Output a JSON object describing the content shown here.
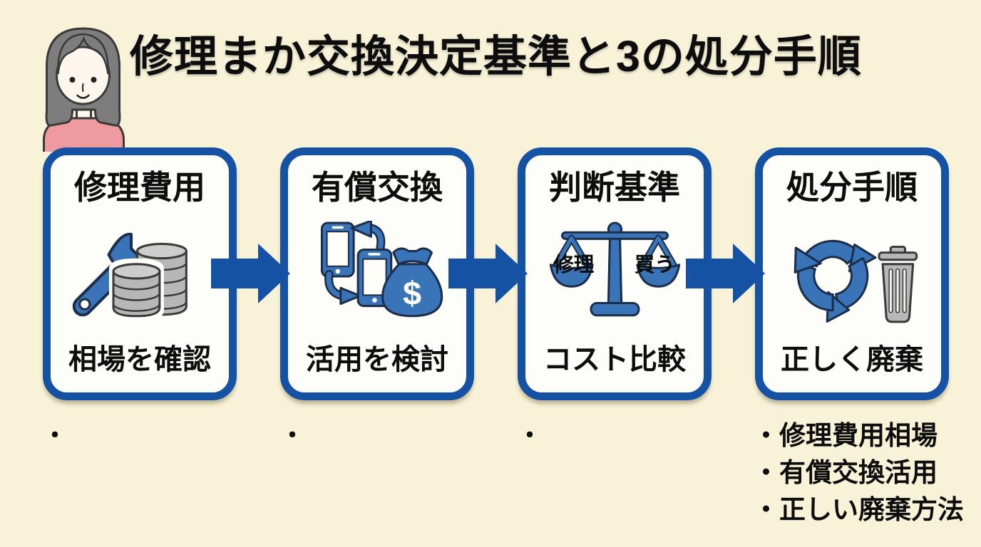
{
  "theme": {
    "bg": "#f8f2d8",
    "card_bg": "#fdfdfa",
    "accent": "#1552a4",
    "icon_blue": "#3a74b8",
    "icon_outline": "#1c2e4a",
    "icon_gray": "#b7b7b7",
    "ink": "#0d0d0d"
  },
  "header": {
    "title": "修理まか交換決定基準と3の処分手順",
    "illustration": "woman-with-gray-bob-and-pink-shirt"
  },
  "steps": [
    {
      "heading": "修理費用",
      "icon": "wrench-and-coins-icon",
      "caption": "相場を確認",
      "note": "・"
    },
    {
      "heading": "有償交換",
      "icon": "phone-exchange-money-bag-icon",
      "caption": "活用を検討",
      "note": "・"
    },
    {
      "heading": "判断基準",
      "icon": "balance-scale-icon",
      "scale": {
        "left_label": "修理",
        "right_label": "買う"
      },
      "caption": "コスト比較",
      "note": "・"
    },
    {
      "heading": "処分手順",
      "icon": "recycle-and-trash-icon",
      "caption": "正しく廃棄",
      "notes": [
        "・修理費用相場",
        "・有償交換活用",
        "・正しい廃棄方法"
      ]
    }
  ]
}
